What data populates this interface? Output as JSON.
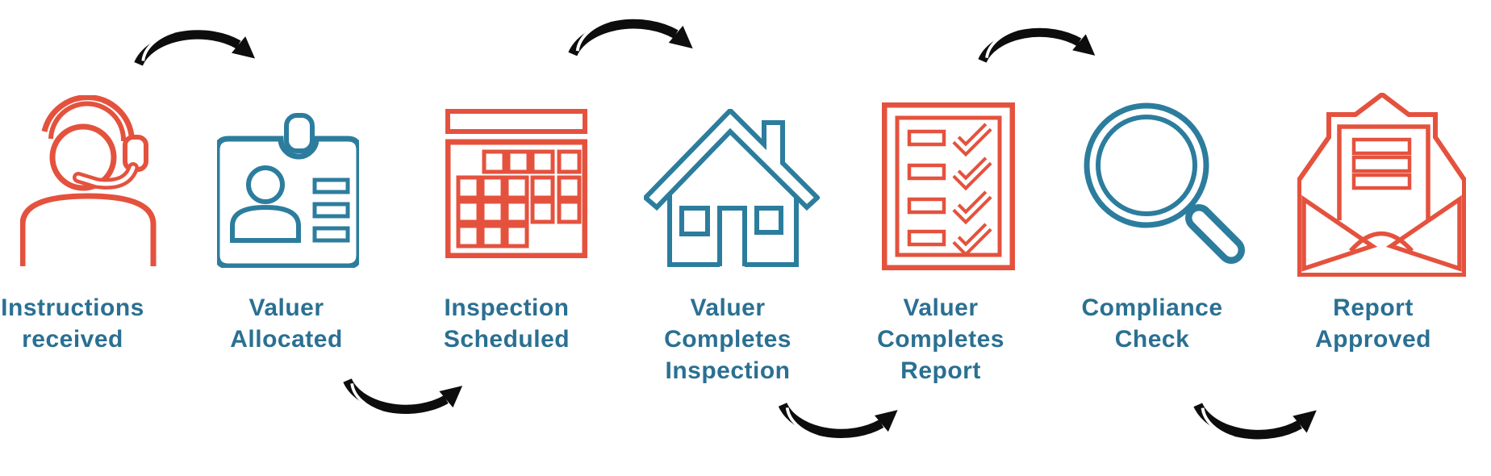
{
  "diagram": {
    "type": "process-flow",
    "description": "Seven step valuation workflow with alternating curved connector arrows",
    "colors": {
      "step_red": "#E4523E",
      "step_blue": "#2C7D9D",
      "label_text": "#2A7092",
      "arrow": "#0d0d0d",
      "background": "#ffffff"
    },
    "steps": [
      {
        "index": 1,
        "icon": "support-agent-headset-icon",
        "color": "red",
        "label": "Instructions received",
        "label_lines": [
          "Instructions",
          "received"
        ]
      },
      {
        "index": 2,
        "icon": "id-badge-icon",
        "color": "blue",
        "label": "Valuer Allocated",
        "label_lines": [
          "Valuer",
          "Allocated"
        ]
      },
      {
        "index": 3,
        "icon": "calendar-icon",
        "color": "red",
        "label": "Inspection Scheduled",
        "label_lines": [
          "Inspection",
          "Scheduled"
        ]
      },
      {
        "index": 4,
        "icon": "house-icon",
        "color": "blue",
        "label": "Valuer Completes Inspection",
        "label_lines": [
          "Valuer",
          "Completes",
          "Inspection"
        ]
      },
      {
        "index": 5,
        "icon": "checklist-icon",
        "color": "red",
        "label": "Valuer Completes Report",
        "label_lines": [
          "Valuer",
          "Completes",
          "Report"
        ]
      },
      {
        "index": 6,
        "icon": "magnifier-icon",
        "color": "blue",
        "label": "Compliance Check",
        "label_lines": [
          "Compliance",
          "Check"
        ]
      },
      {
        "index": 7,
        "icon": "open-envelope-icon",
        "color": "red",
        "label": "Report Approved",
        "label_lines": [
          "Report",
          "Approved"
        ]
      }
    ],
    "arrows": [
      {
        "from": "Instructions received",
        "to": "Valuer Allocated",
        "position": "top"
      },
      {
        "from": "Valuer Allocated",
        "to": "Inspection Scheduled",
        "position": "bottom"
      },
      {
        "from": "Inspection Scheduled",
        "to": "Valuer Completes Inspection",
        "position": "top"
      },
      {
        "from": "Valuer Completes Inspection",
        "to": "Valuer Completes Report",
        "position": "bottom"
      },
      {
        "from": "Valuer Completes Report",
        "to": "Compliance Check",
        "position": "top"
      },
      {
        "from": "Compliance Check",
        "to": "Report Approved",
        "position": "bottom"
      }
    ]
  }
}
